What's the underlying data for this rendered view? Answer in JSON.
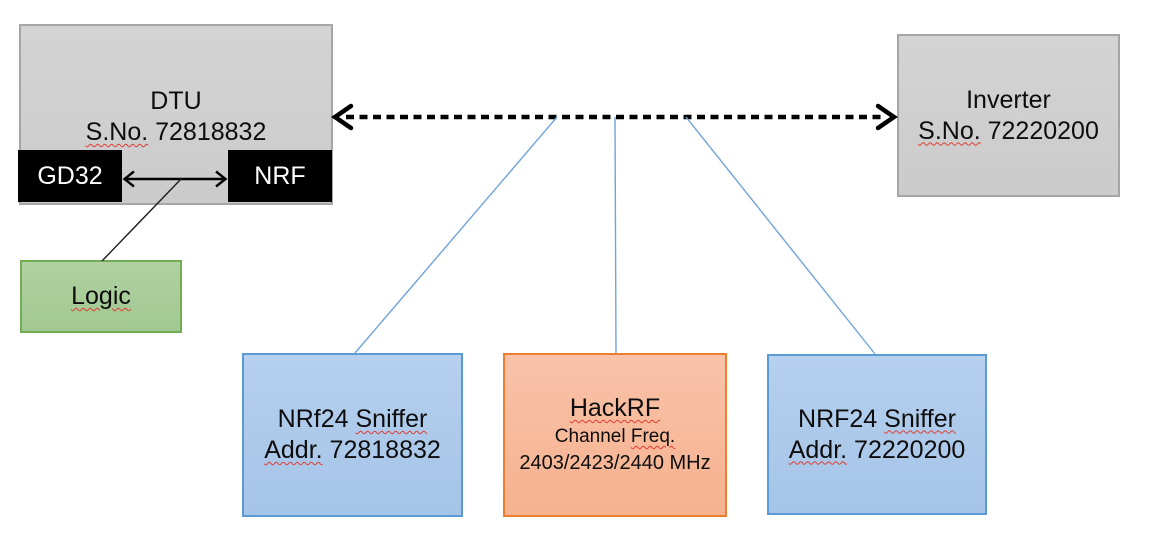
{
  "nodes": {
    "dtu": {
      "title": "DTU",
      "serial_prefix": "S.No.",
      "serial_number": "72818832"
    },
    "gd32": {
      "label": "GD32"
    },
    "nrf": {
      "label": "NRF"
    },
    "logic": {
      "label": "Logic"
    },
    "inverter": {
      "title": "Inverter",
      "serial_prefix": "S.No.",
      "serial_number": "72220200"
    },
    "sniffer_left": {
      "title_prefix": "NRf24",
      "title_word": "Sniffer",
      "addr_label": "Addr.",
      "addr_value": "72818832"
    },
    "hackrf": {
      "title": "HackRF",
      "channel_word": "Channel",
      "freq_word": "Freq.",
      "frequencies": "2403/2423/2440 MHz"
    },
    "sniffer_right": {
      "title_prefix": "NRF24",
      "title_word": "Sniffer",
      "addr_label": "Addr.",
      "addr_value": "72220200"
    }
  },
  "colors": {
    "gray_fill": "#cecece",
    "gray_border": "#a6a6a6",
    "chip_black": "#000000",
    "green_fill": "#a9cd9a",
    "green_border": "#74ad51",
    "blue_fill": "#aecaea",
    "blue_border": "#5b9bd5",
    "orange_fill": "#f7ba9c",
    "orange_border": "#ed7d31",
    "connector_blue": "#6fa4dd",
    "arrow_black": "#000000",
    "spellcheck_red": "#e03c31"
  }
}
